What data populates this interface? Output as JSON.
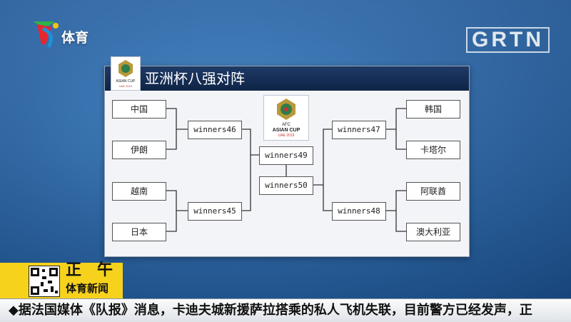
{
  "channel": {
    "name": "体育",
    "watermark": "GRTN"
  },
  "panel": {
    "title": "亚洲杯八强对阵",
    "logo_text": [
      "AFC",
      "ASIAN CUP",
      "UAE 2019"
    ]
  },
  "bracket": {
    "left_teams": [
      "中国",
      "伊朗",
      "越南",
      "日本"
    ],
    "right_teams": [
      "韩国",
      "卡塔尔",
      "阿联酋",
      "澳大利亚"
    ],
    "quarter_winners": [
      "winners46",
      "winners45",
      "winners47",
      "winners48"
    ],
    "semi_winners": [
      "winners49",
      "winners50"
    ]
  },
  "program": {
    "title": "正午",
    "subtitle": "体育新闻"
  },
  "ticker": {
    "text": "◆据法国媒体《队报》消息，卡迪夫城新援萨拉搭乘的私人飞机失联，目前警方已经发声，正"
  },
  "colors": {
    "title_bar": "#1e3a66",
    "badge": "#f6d21d",
    "background": "#2a66a8"
  }
}
